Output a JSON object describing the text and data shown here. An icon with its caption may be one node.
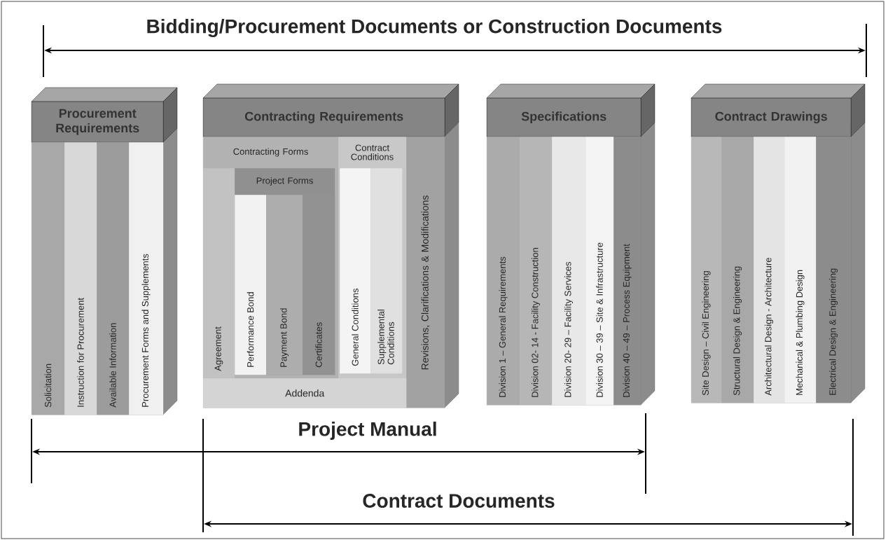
{
  "diagram": {
    "nodes": [
      {
        "text": [
          "Procurement Requirements"
        ]
      },
      {
        "text": [
          "Solicitation"
        ],
        "in": 0
      },
      {
        "text": [
          "Instruction for Procurement"
        ],
        "in": 0
      },
      {
        "text": [
          "Available Information"
        ],
        "in": 0
      },
      {
        "text": [
          "Procurement Forms and Supplements"
        ],
        "in": 0
      },
      {
        "text": [
          "Contracting Requirements"
        ]
      },
      {
        "text": [
          "Contracting Forms"
        ],
        "in": 5
      },
      {
        "text": [
          "Agreement"
        ],
        "in": 6
      },
      {
        "text": [
          "Project Forms"
        ],
        "in": 6
      },
      {
        "text": [
          "Performance Bond"
        ],
        "in": 8
      },
      {
        "text": [
          "Payment Bond"
        ],
        "in": 8
      },
      {
        "text": [
          "Certificates"
        ],
        "in": 8
      },
      {
        "text": [
          "Contract Conditions"
        ],
        "in": 5
      },
      {
        "text": [
          "General Conditions"
        ],
        "in": 5
      },
      {
        "text": [
          "Supplemental Conditions"
        ],
        "in": 5
      },
      {
        "text": [
          "Revisions, Clarifications & Modifications"
        ],
        "in": 5
      },
      {
        "text": [
          "Addenda"
        ],
        "in": 5
      },
      {
        "text": [
          "Specifications"
        ]
      },
      {
        "text": [
          "Division 1 – General Requirements"
        ],
        "in": 17
      },
      {
        "text": [
          "Division 02- 14 - Facility Construction"
        ],
        "in": 17
      },
      {
        "text": [
          "Division 20- 29 – Facility Services"
        ],
        "in": 17
      },
      {
        "text": [
          "Division 30 – 39 – Site & Infrastructure"
        ],
        "in": 17
      },
      {
        "text": [
          "Division 40 – 49 – Process Equipment"
        ],
        "in": 17
      },
      {
        "text": [
          "Contract Drawings"
        ]
      },
      {
        "text": [
          "Site Design – Civil Engineering"
        ],
        "in": 23
      },
      {
        "text": [
          "Structural Design & Engineering"
        ],
        "in": 23
      },
      {
        "text": [
          "Architectural Design - Architecture"
        ],
        "in": 23
      },
      {
        "text": [
          "Mechanical & Plumbing Design"
        ],
        "in": 23
      },
      {
        "text": [
          "Electrical Design & Engineering"
        ],
        "in": 23
      }
    ],
    "edges": [],
    "labels": [
      "Bidding/Procurement Documents or Construction Documents",
      "Project Manual",
      "Contract Documents"
    ]
  }
}
